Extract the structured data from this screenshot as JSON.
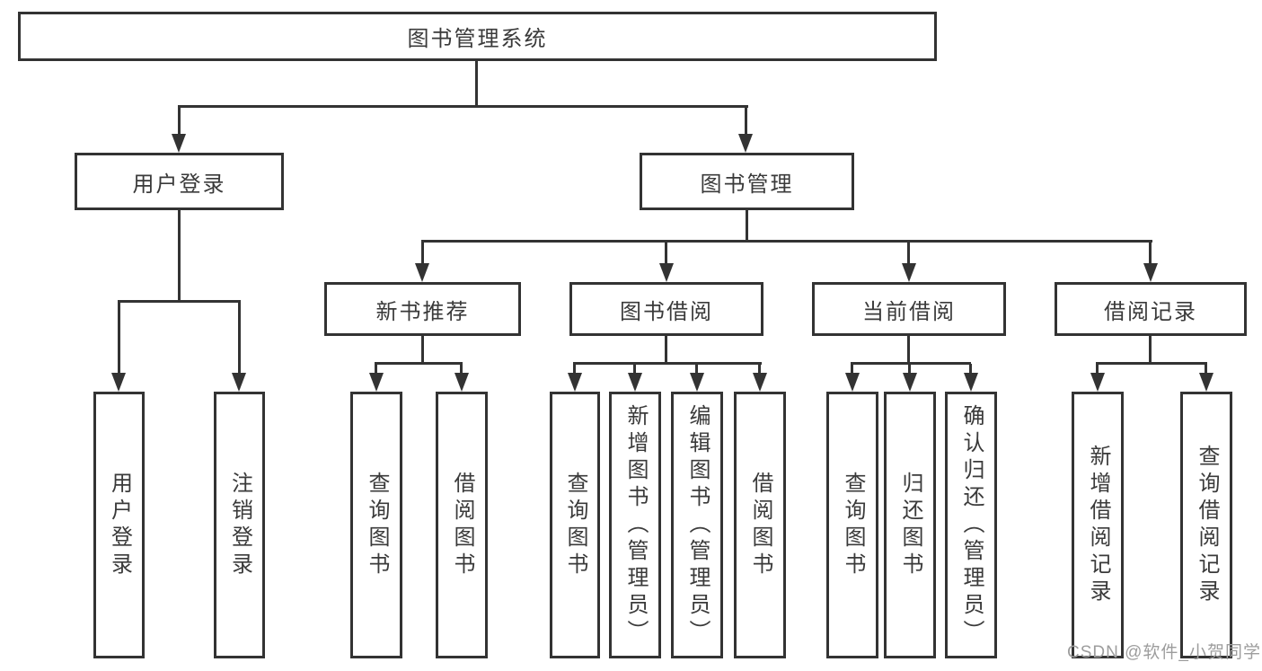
{
  "colors": {
    "line": "#333333",
    "text": "#3a3a3a",
    "boxbg": "#ffffff",
    "pagebg": "#ffffff",
    "watermark": "#9d9d9d"
  },
  "diagram": {
    "type": "hierarchy-tree",
    "root": {
      "label": "图书管理系统"
    },
    "level2": [
      {
        "label": "用户登录"
      },
      {
        "label": "图书管理"
      }
    ],
    "level3": [
      {
        "label": "新书推荐",
        "parent": "图书管理"
      },
      {
        "label": "图书借阅",
        "parent": "图书管理"
      },
      {
        "label": "当前借阅",
        "parent": "图书管理"
      },
      {
        "label": "借阅记录",
        "parent": "图书管理"
      }
    ],
    "leaves": [
      {
        "label": "用户登录",
        "parent": "用户登录"
      },
      {
        "label": "注销登录",
        "parent": "用户登录"
      },
      {
        "label": "查询图书",
        "parent": "新书推荐"
      },
      {
        "label": "借阅图书",
        "parent": "新书推荐"
      },
      {
        "label": "查询图书",
        "parent": "图书借阅"
      },
      {
        "label": "新增图书（管理员）",
        "parent": "图书借阅"
      },
      {
        "label": "编辑图书（管理员）",
        "parent": "图书借阅"
      },
      {
        "label": "借阅图书",
        "parent": "图书借阅"
      },
      {
        "label": "查询图书",
        "parent": "当前借阅"
      },
      {
        "label": "归还图书",
        "parent": "当前借阅"
      },
      {
        "label": "确认归还（管理员）",
        "parent": "当前借阅"
      },
      {
        "label": "新增借阅记录",
        "parent": "借阅记录"
      },
      {
        "label": "查询借阅记录",
        "parent": "借阅记录"
      }
    ]
  },
  "watermark": {
    "text": "CSDN @软件_小贺同学"
  }
}
